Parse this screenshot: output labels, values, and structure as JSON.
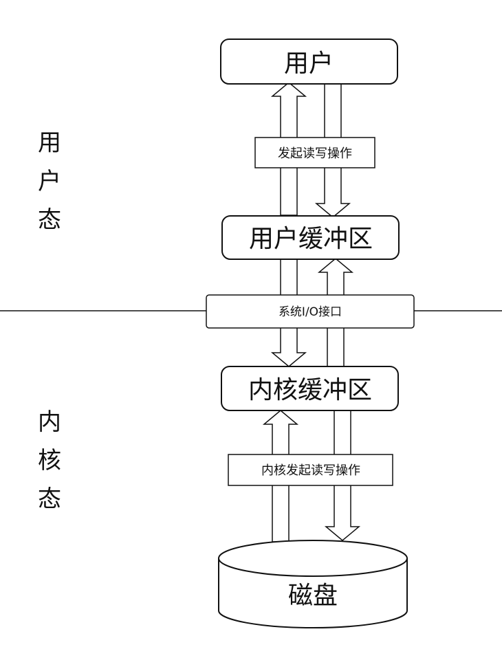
{
  "side_labels": {
    "user_mode": [
      "用",
      "户",
      "态"
    ],
    "kernel_mode": [
      "内",
      "核",
      "态"
    ]
  },
  "boxes": {
    "user": "用户",
    "user_buffer": "用户缓冲区",
    "kernel_buffer": "内核缓冲区",
    "disk": "磁盘"
  },
  "labels": {
    "user_read_write": "发起读写操作",
    "system_io": "系统I/O接口",
    "kernel_read_write": "内核发起读写操作"
  },
  "colors": {
    "stroke": "#111111",
    "fill": "#ffffff"
  }
}
